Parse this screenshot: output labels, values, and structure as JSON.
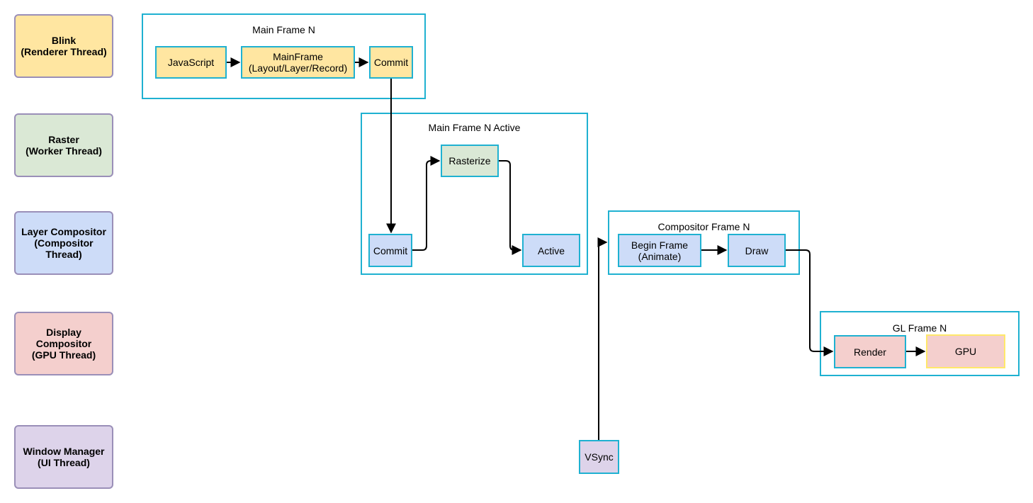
{
  "lanes": {
    "blink": {
      "line1": "Blink",
      "line2": "(Renderer Thread)"
    },
    "raster": {
      "line1": "Raster",
      "line2": "(Worker Thread)"
    },
    "layer": {
      "line1": "Layer Compositor",
      "line2": "(Compositor",
      "line3": "Thread)"
    },
    "display": {
      "line1": "Display",
      "line2": "Compositor",
      "line3": "(GPU Thread)"
    },
    "window": {
      "line1": "Window Manager",
      "line2": "(UI Thread)"
    }
  },
  "frames": {
    "main_frame": {
      "title": "Main Frame N"
    },
    "main_frame_active": {
      "title": "Main Frame N Active"
    },
    "compositor_frame": {
      "title": "Compositor Frame N"
    },
    "gl_frame": {
      "title": "GL Frame N"
    }
  },
  "tasks": {
    "javascript": {
      "label": "JavaScript"
    },
    "mainframe": {
      "line1": "MainFrame",
      "line2": "(Layout/Layer/Record)"
    },
    "commit_main": {
      "label": "Commit"
    },
    "rasterize": {
      "label": "Rasterize"
    },
    "commit_active": {
      "label": "Commit"
    },
    "active": {
      "label": "Active"
    },
    "begin_frame": {
      "line1": "Begin Frame",
      "line2": "(Animate)"
    },
    "draw": {
      "label": "Draw"
    },
    "render": {
      "label": "Render"
    },
    "gpu": {
      "label": "GPU"
    },
    "vsync": {
      "label": "VSync"
    }
  },
  "colors": {
    "frame_border": "#1fb1d1",
    "lane_border": "#9a8fb8",
    "yellow": "#ffe6a1",
    "green": "#dae8d5",
    "blue": "#cddcf8",
    "pink": "#f4cfcd",
    "purple": "#ddd3ea",
    "gpu_border": "#ffe86a",
    "edge": "#000000"
  }
}
